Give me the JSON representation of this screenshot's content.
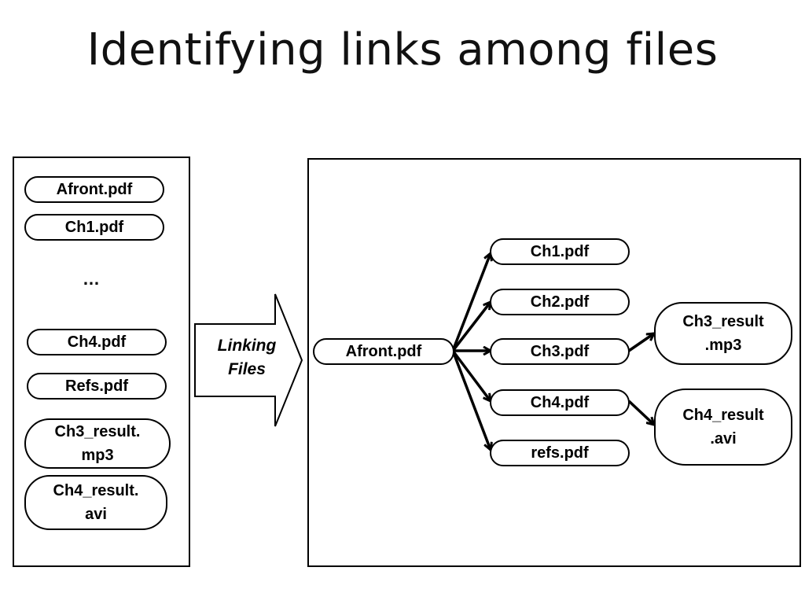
{
  "title": "Identifying links among files",
  "left_panel": {
    "files": [
      "Afront.pdf",
      "Ch1.pdf",
      "Ch4.pdf",
      "Refs.pdf"
    ],
    "ellipsis": "…",
    "tall_files": [
      {
        "line1": "Ch3_result.",
        "line2": "mp3"
      },
      {
        "line1": "Ch4_result.",
        "line2": "avi"
      }
    ]
  },
  "arrow": {
    "line1": "Linking",
    "line2": "Files"
  },
  "right_panel": {
    "root": "Afront.pdf",
    "children": [
      "Ch1.pdf",
      "Ch2.pdf",
      "Ch3.pdf",
      "Ch4.pdf",
      "refs.pdf"
    ],
    "results": [
      {
        "line1": "Ch3_result",
        "line2": ".mp3"
      },
      {
        "line1": "Ch4_result",
        "line2": ".avi"
      }
    ],
    "edges": [
      {
        "from": "Afront.pdf",
        "to": "Ch1.pdf"
      },
      {
        "from": "Afront.pdf",
        "to": "Ch2.pdf"
      },
      {
        "from": "Afront.pdf",
        "to": "Ch3.pdf"
      },
      {
        "from": "Afront.pdf",
        "to": "Ch4.pdf"
      },
      {
        "from": "Afront.pdf",
        "to": "refs.pdf"
      },
      {
        "from": "Ch3.pdf",
        "to": "Ch3_result.mp3"
      },
      {
        "from": "Ch4.pdf",
        "to": "Ch4_result.avi"
      }
    ]
  }
}
